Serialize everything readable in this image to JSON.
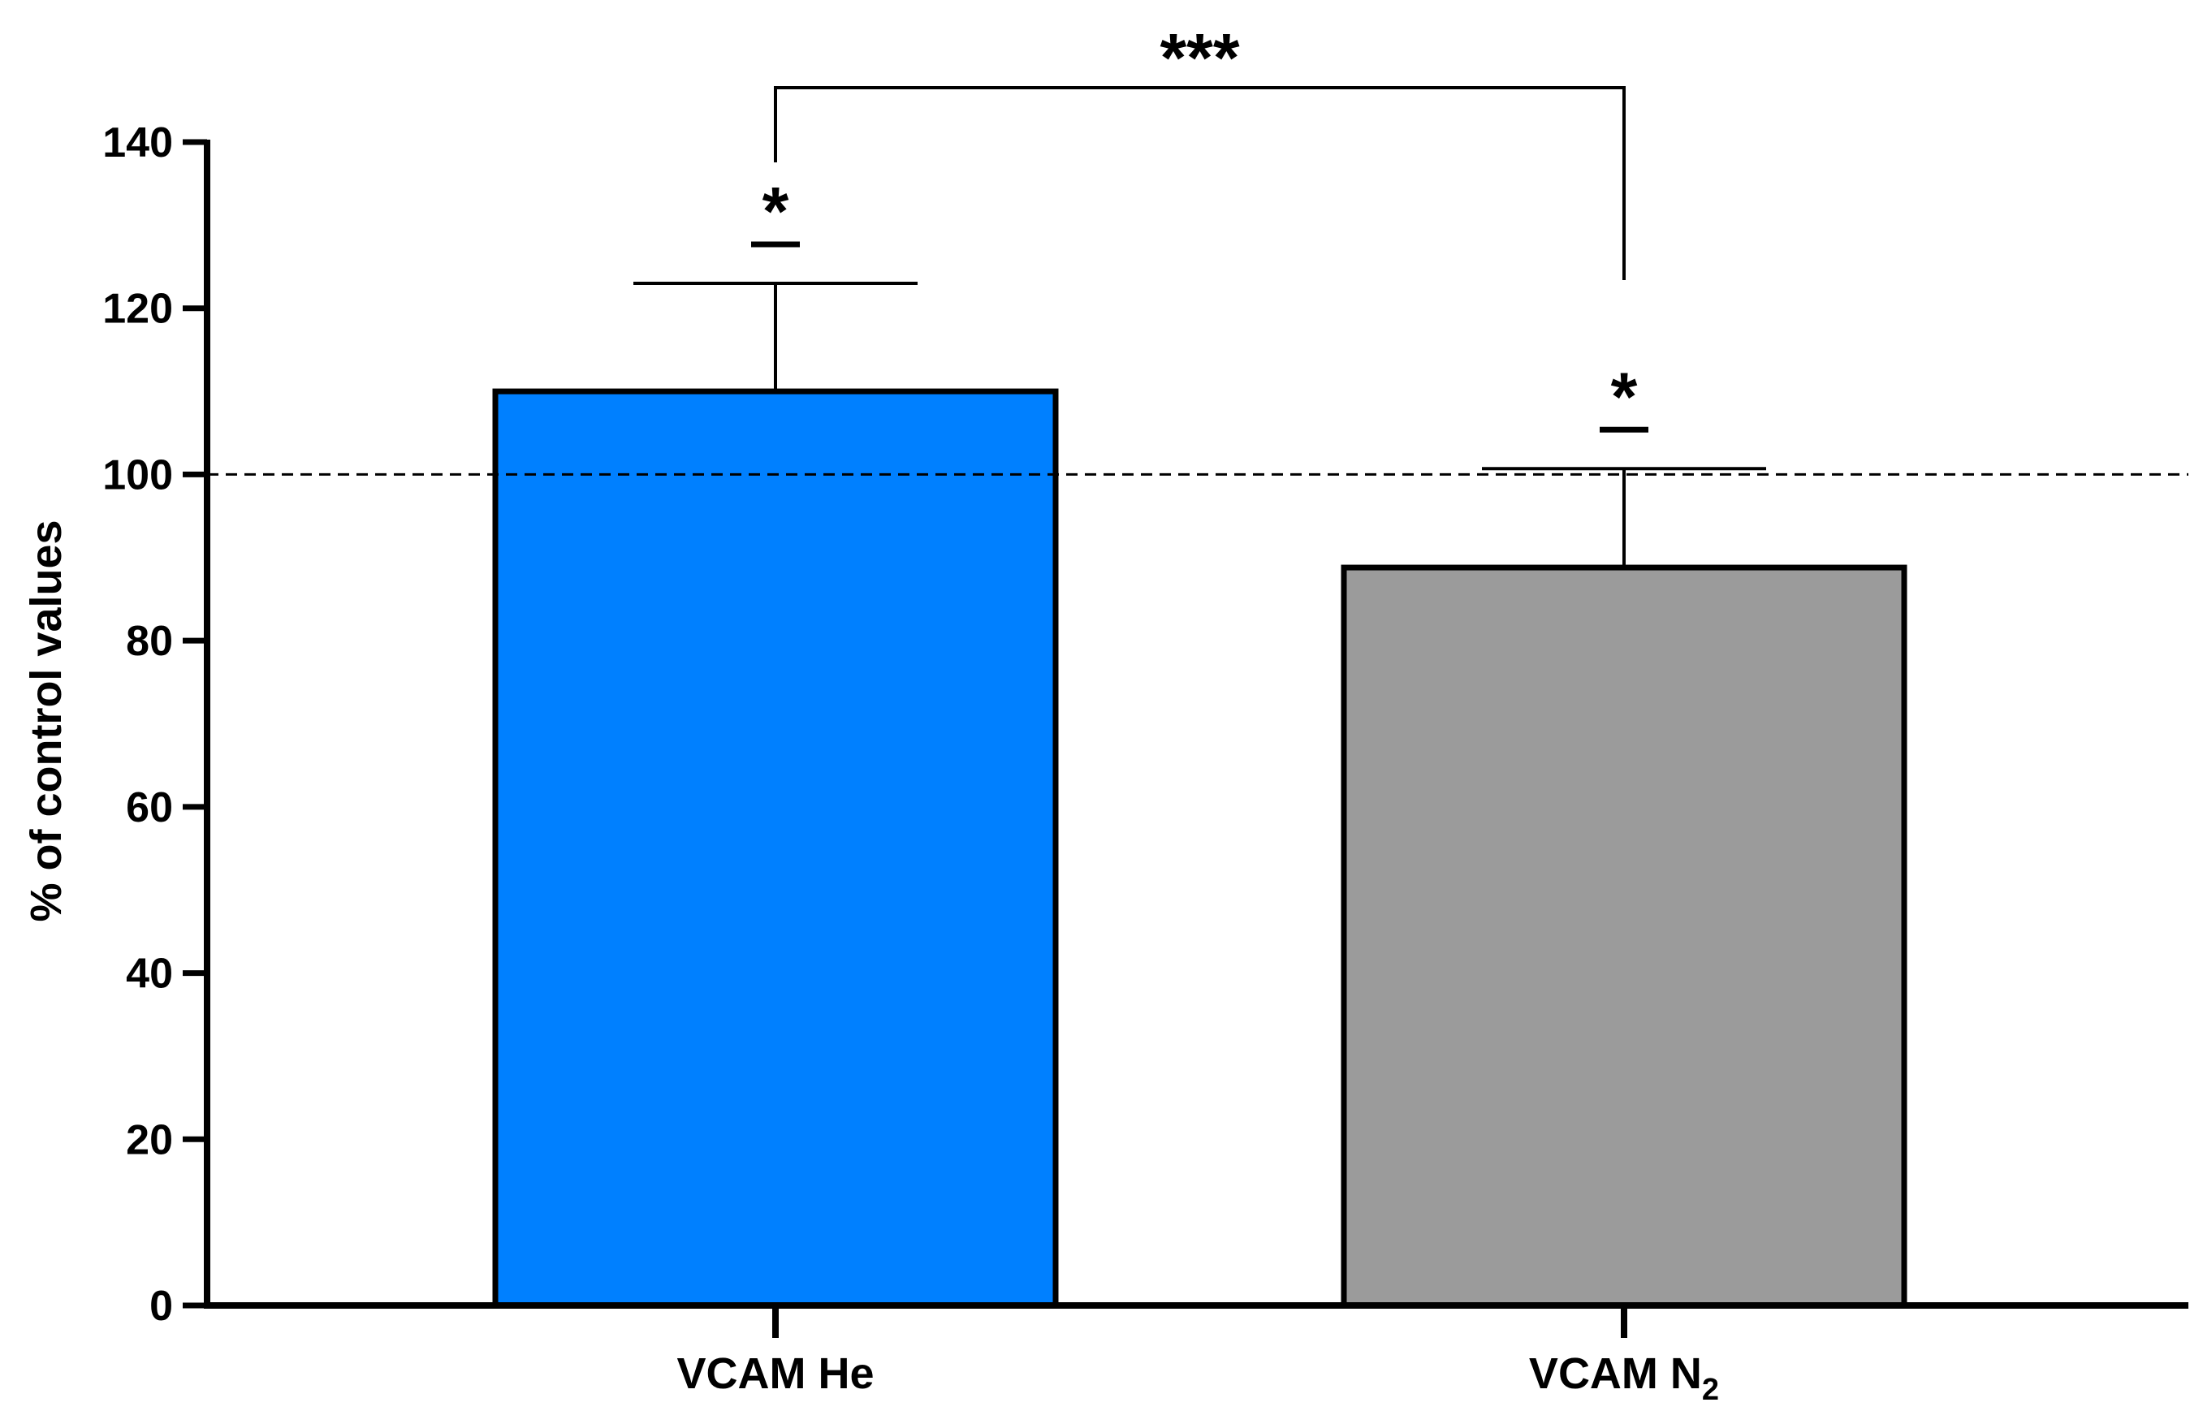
{
  "chart_data": {
    "type": "bar",
    "categories": [
      "VCAM He",
      "VCAM N2"
    ],
    "category_labels": [
      {
        "main": "VCAM He",
        "sub": ""
      },
      {
        "main": "VCAM N",
        "sub": "2"
      }
    ],
    "values": [
      110,
      88.8
    ],
    "error_upper": [
      123,
      100.7
    ],
    "bar_colors": [
      "#0080FF",
      "#9B9B9B"
    ],
    "ylabel": "% of control values",
    "xlabel": "",
    "ylim": [
      0,
      140
    ],
    "yticks": [
      0,
      20,
      40,
      60,
      80,
      100,
      120,
      140
    ],
    "reference_line": {
      "y": 100,
      "style": "dashed"
    },
    "annotations": {
      "bar_significance": [
        "*",
        "*"
      ],
      "bracket": {
        "from": 0,
        "to": 1,
        "label": "***"
      }
    },
    "grid": false
  }
}
